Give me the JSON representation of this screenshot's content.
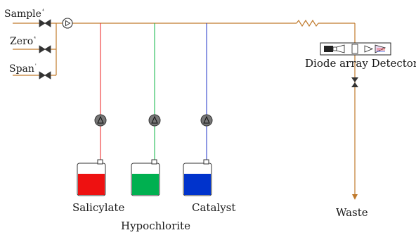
{
  "inputs": [
    {
      "name": "Sample",
      "mark": "⁴"
    },
    {
      "name": "Zero",
      "mark": "⁴"
    },
    {
      "name": "Span",
      "mark": "'"
    }
  ],
  "reagents": [
    {
      "name": "Salicylate",
      "liquid_color": "#ee1111"
    },
    {
      "name": "Hypochlorite",
      "liquid_color": "#00b050"
    },
    {
      "name": "Catalyst",
      "liquid_color": "#0033cc"
    }
  ],
  "detector": {
    "label": "Diode array Detector"
  },
  "waste": {
    "label": "Waste"
  },
  "colors": {
    "main_line": "#c07a2c",
    "salicylate_line": "#ee3333",
    "hypochlorite_line": "#22bb55",
    "catalyst_line": "#3344cc",
    "pump_fill": "#777777"
  },
  "icons": [
    "pinch-valve-icon",
    "pump-icon",
    "mixing-coil-icon",
    "check-valve-icon",
    "flow-arrow-icon"
  ]
}
